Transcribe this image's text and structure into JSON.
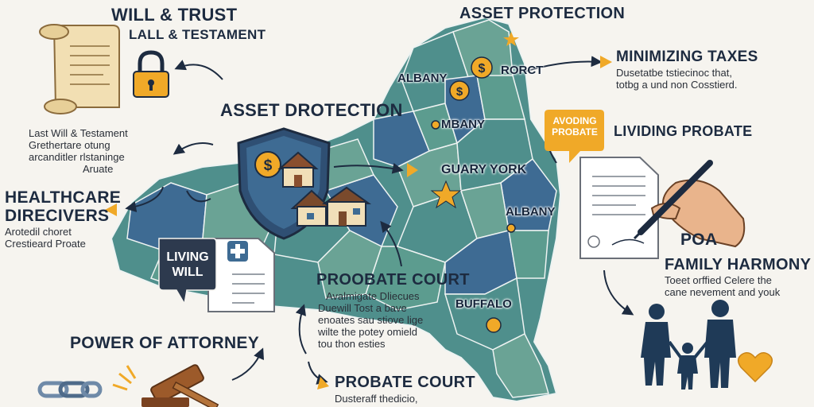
{
  "headings": {
    "will_trust": "WILL & TRUST",
    "last_will_testament": "LALL & TESTAMENT",
    "asset_protection_top": "ASSET PROTECTION",
    "asset_protection_mid": "ASSET DROTECTION",
    "minimizing_taxes": "MINIMIZING TAXES",
    "living_probate": "LIVIDING PROBATE",
    "healthcare": "HEALTHCARE",
    "directives": "DIRECIVERS",
    "probate_court_mid": "PROOBATE COURT",
    "power_of_attorney": "POWER OF ATTORNEY",
    "probate_court_bottom": "PROBATE COURT",
    "poa": "POA",
    "family_harmony": "FAMILY HARMONY"
  },
  "captions": {
    "will_lines": [
      "Last Will & Testament",
      "Grethertare otung",
      "arcanditler rlstaninge",
      "Aruate"
    ],
    "taxes_lines": [
      "Dusetatbe tstiecinoc that,",
      "totbg a und non Cosstierd."
    ],
    "healthcare_lines": [
      "Arotedil choret",
      "Crestieard Proate"
    ],
    "probate_mid_lines": [
      "Avalmigate Dliecues",
      "Duewill Tost a bave",
      "enoates sau stiove lige",
      "wilte the potey omield",
      "tou thon esties"
    ],
    "probate_bottom_lines": [
      "Dusteraff thedicio,"
    ],
    "family_lines": [
      "Toeet orffied Celere the",
      "cane nevement and youk"
    ]
  },
  "bubbles": {
    "avoiding_line1": "AVODING",
    "avoiding_line2": "PROBATE",
    "living_will_line1": "LIVING",
    "living_will_line2": "WILL"
  },
  "map_labels": {
    "albany_1": "ALBANY",
    "rorct": "RORCT",
    "mbany": "MBANY",
    "guary_york": "GUARY YORK",
    "albany_2": "ALBANY",
    "buffalo": "BUFFALO"
  },
  "colors": {
    "background": "#f6f4ef",
    "map_teal": "#4f8f8c",
    "map_blue": "#3e6b93",
    "map_green": "#6aa395",
    "accent_gold": "#f0a928",
    "navy": "#1d2b40"
  },
  "icons": [
    "scroll-icon",
    "padlock-icon",
    "shield-icon",
    "house-icon",
    "coin-icon",
    "star-icon",
    "document-icon",
    "medical-cross-icon",
    "pen-hand-icon",
    "gavel-icon",
    "chain-icon",
    "family-icon",
    "heart-icon"
  ]
}
